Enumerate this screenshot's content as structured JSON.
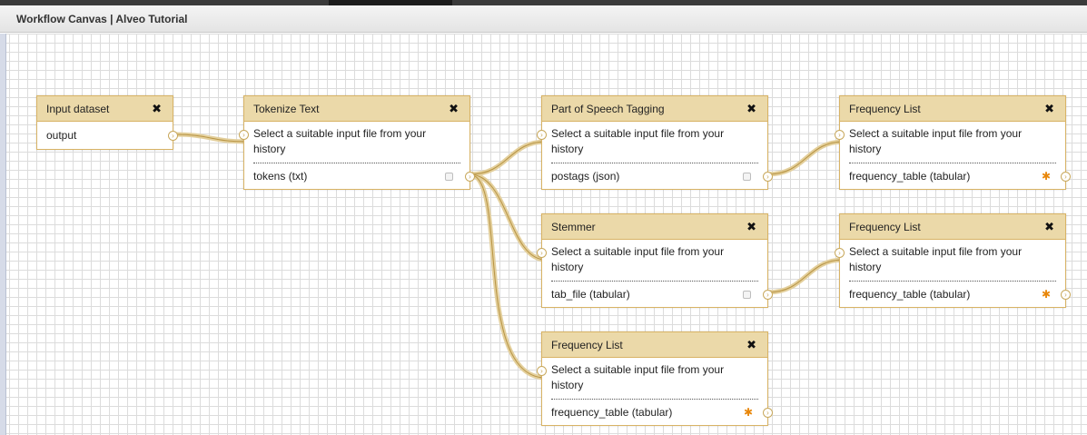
{
  "header": {
    "title": "Workflow Canvas | Alveo Tutorial"
  },
  "nodes": {
    "input_dataset": {
      "title": "Input dataset",
      "close": "✖",
      "output": "output"
    },
    "tokenize": {
      "title": "Tokenize Text",
      "close": "✖",
      "input": "Select a suitable input file from your history",
      "output": "tokens (txt)"
    },
    "pos": {
      "title": "Part of Speech Tagging",
      "close": "✖",
      "input": "Select a suitable input file from your history",
      "output": "postags (json)"
    },
    "freq1": {
      "title": "Frequency List",
      "close": "✖",
      "input": "Select a suitable input file from your history",
      "output": "frequency_table (tabular)"
    },
    "stemmer": {
      "title": "Stemmer",
      "close": "✖",
      "input": "Select a suitable input file from your history",
      "output": "tab_file (tabular)"
    },
    "freq2": {
      "title": "Frequency List",
      "close": "✖",
      "input": "Select a suitable input file from your history",
      "output": "frequency_table (tabular)"
    },
    "freq3": {
      "title": "Frequency List",
      "close": "✖",
      "input": "Select a suitable input file from your history",
      "output": "frequency_table (tabular)"
    }
  },
  "icons": {
    "terminal": "circle-arrow-icon",
    "starred": "asterisk-icon",
    "checkbox": "checkbox-icon"
  },
  "colors": {
    "node_header": "#ebd9a9",
    "node_border": "#d8b365",
    "wire": "#e3cf9c",
    "star": "#e8870b"
  }
}
